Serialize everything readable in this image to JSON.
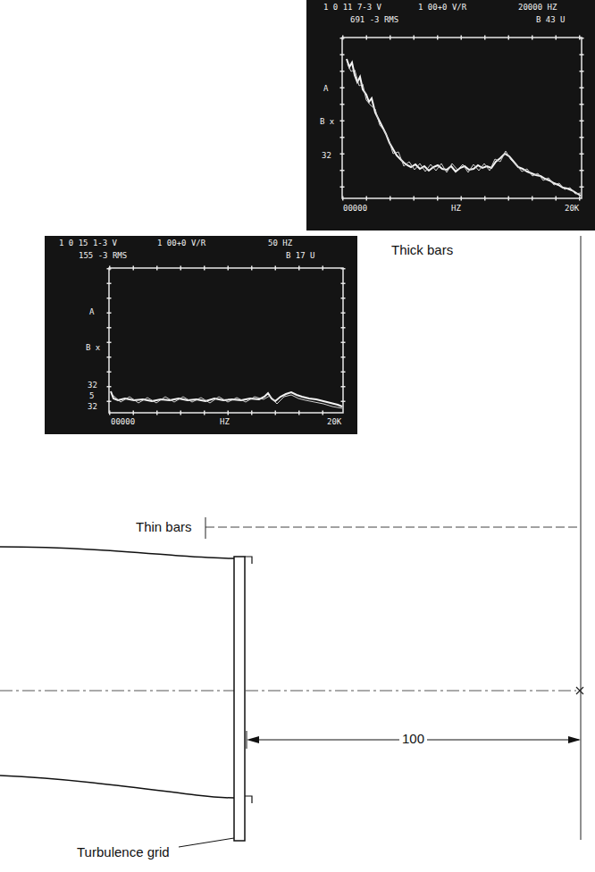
{
  "diagram": {
    "labels": [
      "1 0 11 7-3 V",
      "1 00+0 V/R",
      "20000 HZ",
      "691 -3 RMS",
      "B 43 U",
      "A",
      "B x",
      "32",
      "00000",
      "HZ",
      "20K",
      "Thick bars",
      "1 0 15 1-3 V",
      "1 00+0 V/R",
      "50 HZ",
      "155 -3 RMS",
      "B 17 U",
      "A",
      "B x",
      "32",
      "5",
      "32",
      "00000",
      "HZ",
      "20K",
      "Thin bars",
      "100",
      "Turbulence grid"
    ]
  }
}
